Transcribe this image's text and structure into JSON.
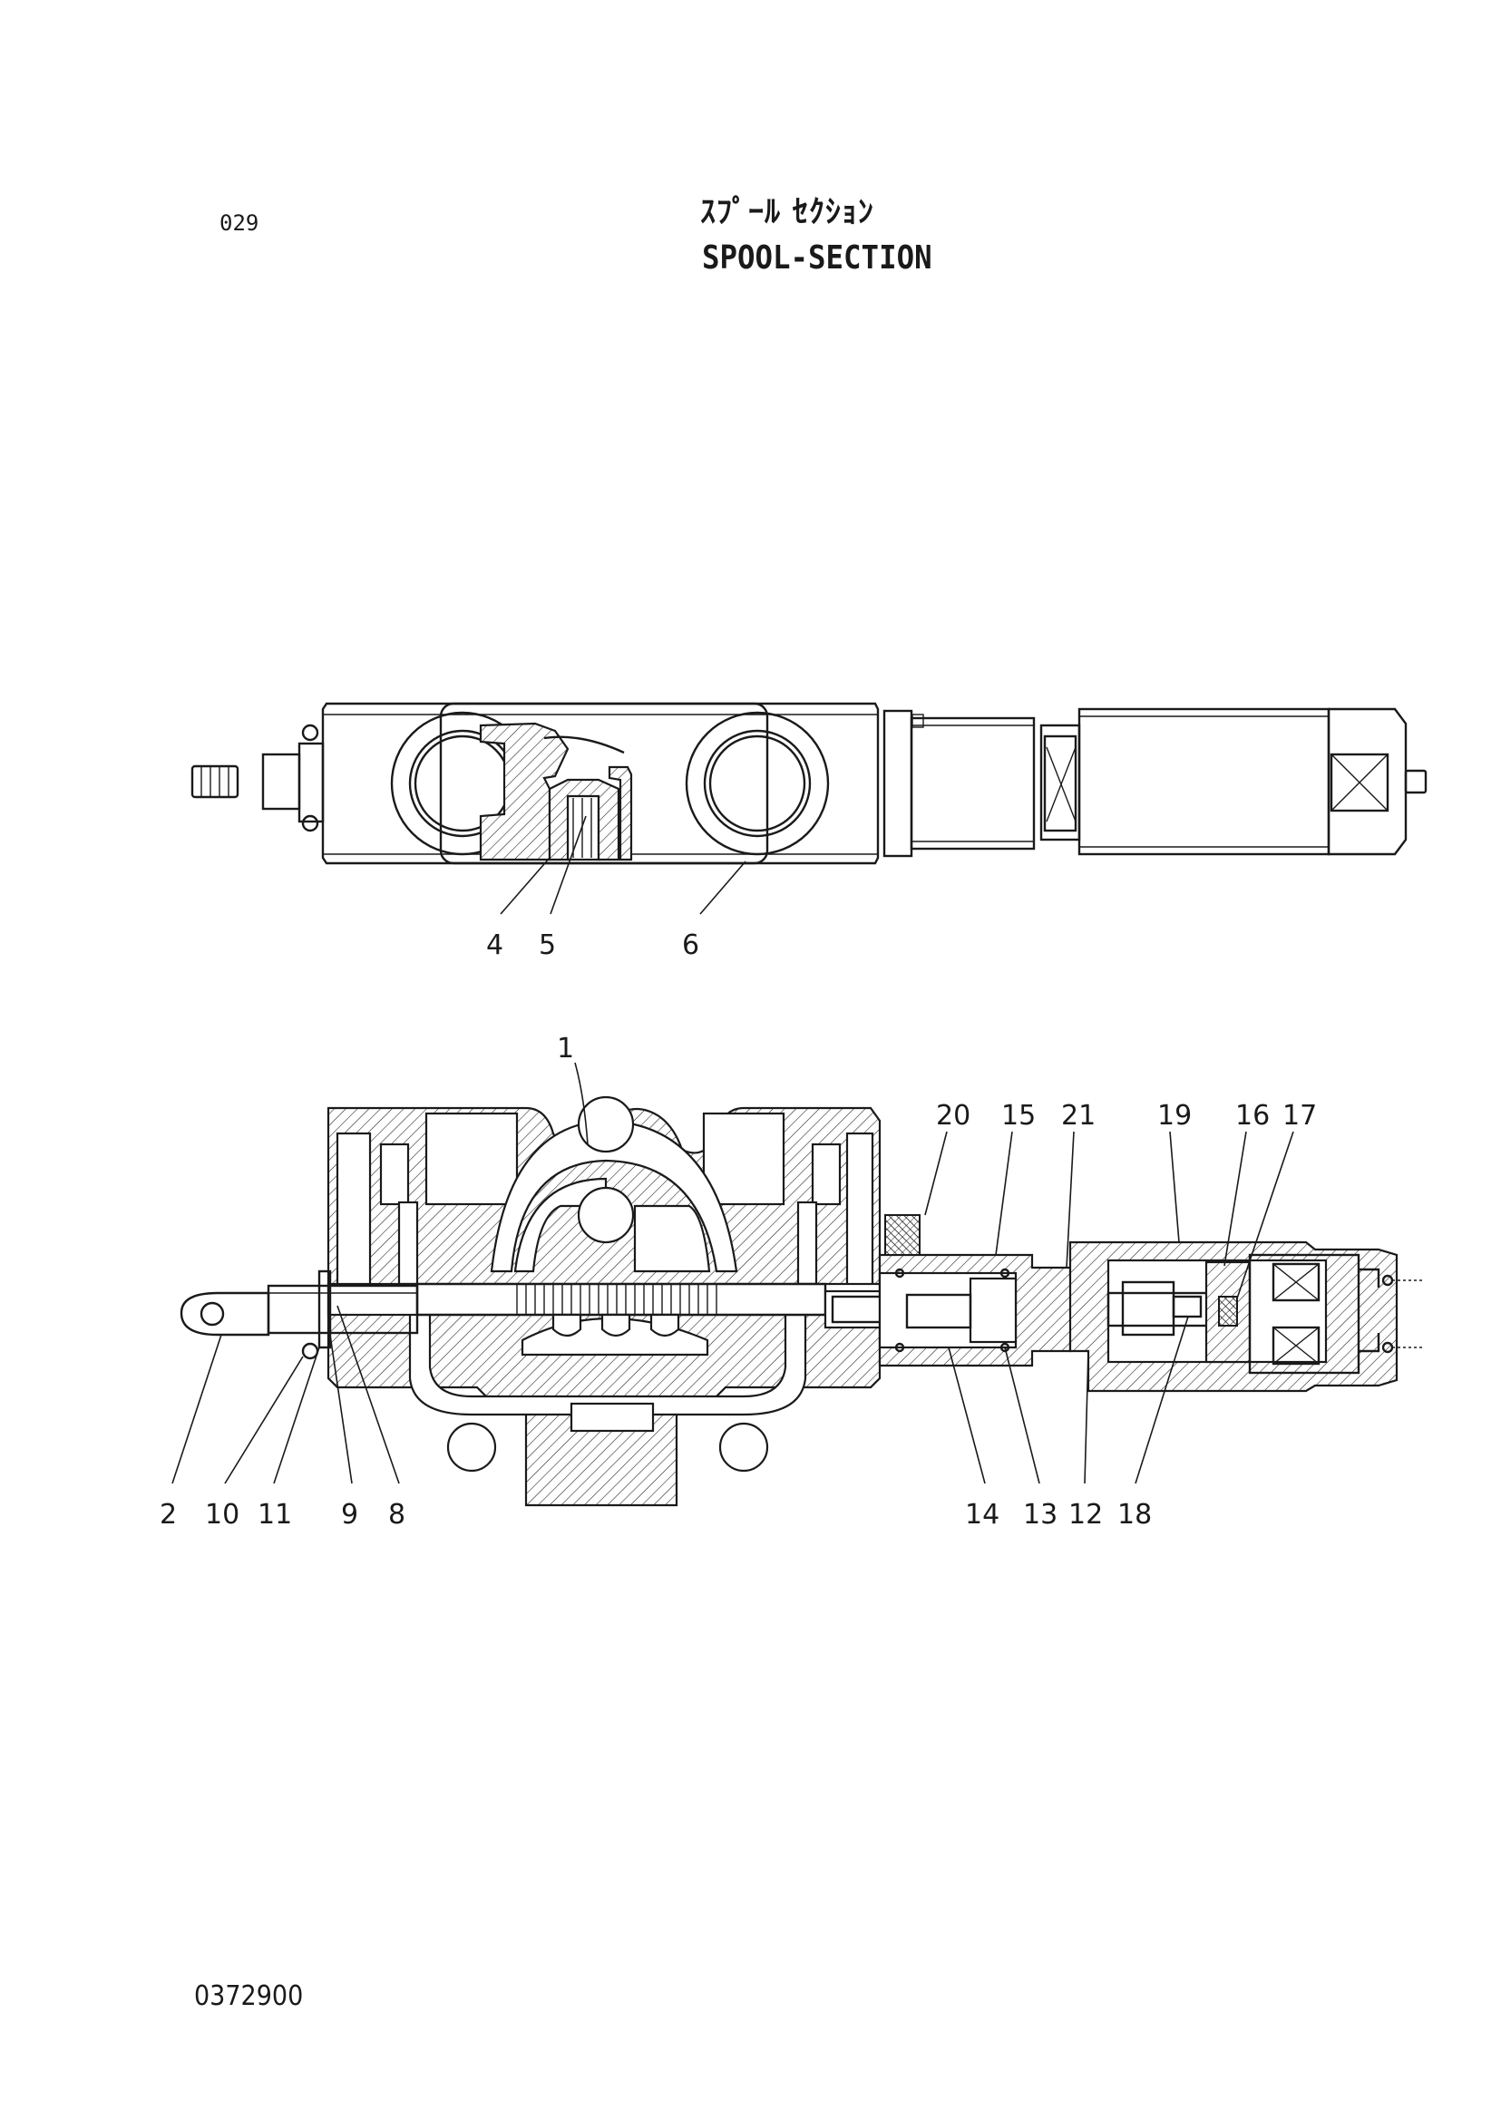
{
  "header": {
    "page_number": "029",
    "title_jp": "ｽﾌﾟｰﾙ ｾｸｼｮﾝ",
    "title_en": "SPOOL-SECTION"
  },
  "footer": {
    "document_number": "0372900"
  },
  "callouts": {
    "top_view": [
      "4",
      "5",
      "6"
    ],
    "section_view_top": [
      "1",
      "20",
      "15",
      "21",
      "19",
      "16",
      "17"
    ],
    "section_view_bottom": [
      "2",
      "10",
      "11",
      "9",
      "8",
      "14",
      "13",
      "12",
      "18"
    ]
  }
}
